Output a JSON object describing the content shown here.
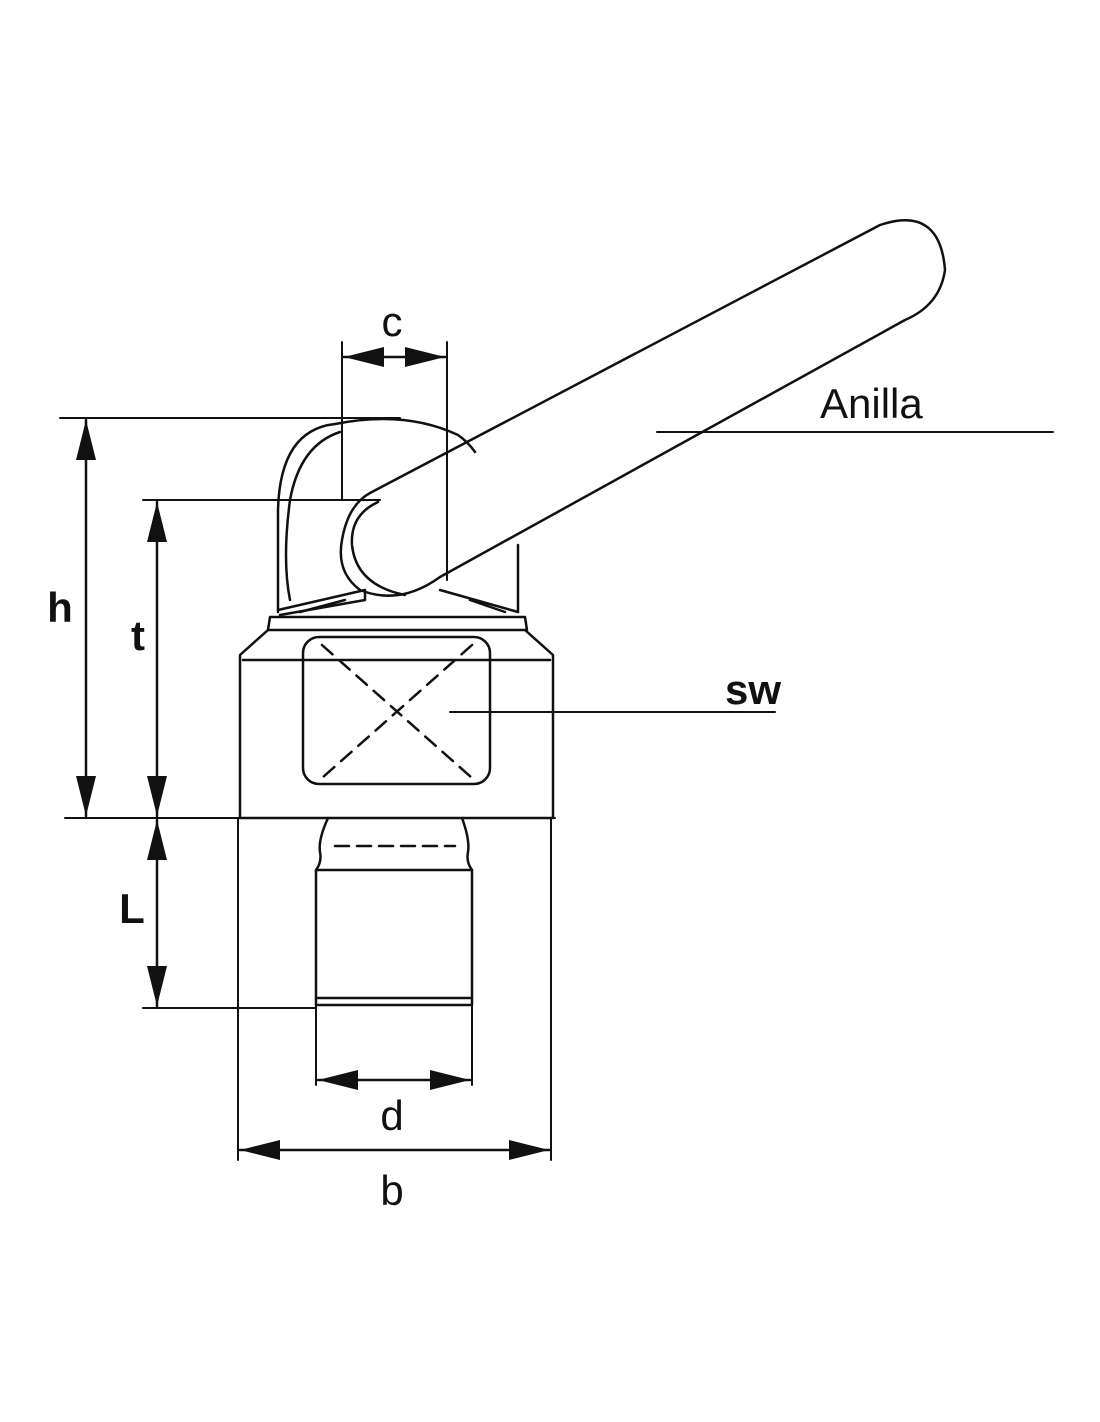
{
  "diagram": {
    "labels": {
      "c": "c",
      "anilla": "Anilla",
      "h": "h",
      "t": "t",
      "sw": "sw",
      "L": "L",
      "d": "d",
      "b": "b"
    },
    "colors": {
      "line": "#111111",
      "background": "#ffffff"
    }
  }
}
